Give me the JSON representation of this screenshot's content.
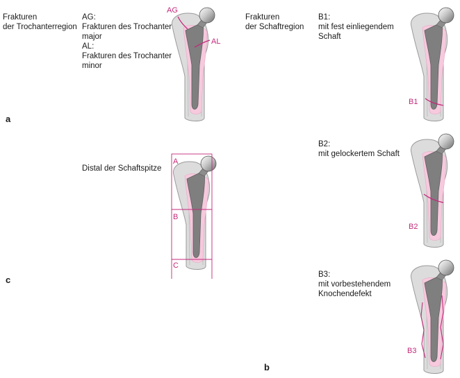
{
  "left": {
    "heading": [
      "Frakturen",
      "der Trochanterregion"
    ],
    "ag_al_text": [
      "AG:",
      "Frakturen des Trochanter",
      "major",
      "AL:",
      "Frakturen des Trochanter",
      "minor"
    ],
    "label_ag": "AG",
    "label_al": "AL",
    "panel_a": "a",
    "distal_text": "Distal der Schaftspitze",
    "zone_a": "A",
    "zone_b": "B",
    "zone_c": "C",
    "panel_c": "c"
  },
  "right": {
    "heading": [
      "Frakturen",
      "der Schaftregion"
    ],
    "b1_text": [
      "B1:",
      "mit fest einliegendem",
      "Schaft"
    ],
    "b1_label": "B1",
    "b2_text": [
      "B2:",
      "mit gelockertem Schaft"
    ],
    "b2_label": "B2",
    "b3_text": [
      "B3:",
      "mit vorbestehendem",
      "Knochendefekt"
    ],
    "b3_label": "B3",
    "panel_b": "b"
  },
  "colors": {
    "bone": "#dcdcdc",
    "bone_outline": "#9a9a9a",
    "cement": "#f6c9dd",
    "stem": "#7f7f7f",
    "stem_dark": "#5f5f5f",
    "fracture": "#c2297a"
  }
}
